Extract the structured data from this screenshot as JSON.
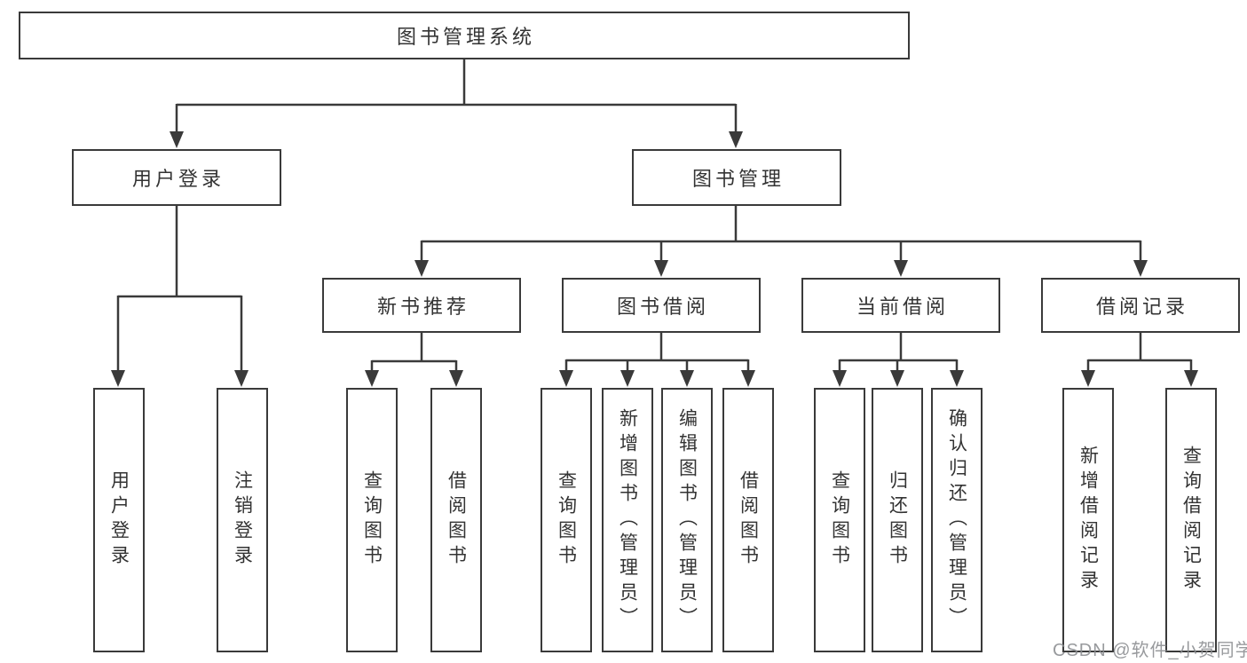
{
  "diagram": {
    "tree": {
      "label": "图书管理系统",
      "children": [
        {
          "label": "用户登录",
          "children": [
            {
              "label": "用户登录"
            },
            {
              "label": "注销登录"
            }
          ]
        },
        {
          "label": "图书管理",
          "children": [
            {
              "label": "新书推荐",
              "children": [
                {
                  "label": "查询图书"
                },
                {
                  "label": "借阅图书"
                }
              ]
            },
            {
              "label": "图书借阅",
              "children": [
                {
                  "label": "查询图书"
                },
                {
                  "label": "新增图书（管理员）"
                },
                {
                  "label": "编辑图书（管理员）"
                },
                {
                  "label": "借阅图书"
                }
              ]
            },
            {
              "label": "当前借阅",
              "children": [
                {
                  "label": "查询图书"
                },
                {
                  "label": "归还图书"
                },
                {
                  "label": "确认归还（管理员）"
                }
              ]
            },
            {
              "label": "借阅记录",
              "children": [
                {
                  "label": "新增借阅记录"
                },
                {
                  "label": "查询借阅记录"
                }
              ]
            }
          ]
        }
      ]
    },
    "colors": {
      "line": "#3a3a3a",
      "text": "#333333",
      "background": "#ffffff",
      "watermark": "#8a8c90"
    }
  },
  "watermark": {
    "text": "CSDN @软件_小贺同学"
  }
}
